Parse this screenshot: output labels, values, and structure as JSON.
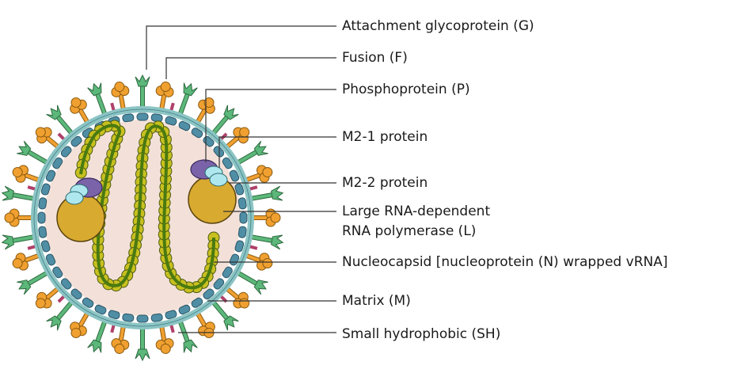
{
  "labels": {
    "g": "Attachment glycoprotein (G)",
    "f": "Fusion (F)",
    "p": "Phosphoprotein (P)",
    "m21": "M2-1 protein",
    "m22": "M2-2 protein",
    "l1": "Large RNA-dependent",
    "l2": "RNA polymerase (L)",
    "n": "Nucleocapsid [nucleoprotein (N) wrapped vRNA]",
    "m": "Matrix (M)",
    "sh": "Small hydrophobic (SH)"
  },
  "colors": {
    "interior": "#f3e1d9",
    "matrix": "#4f8ea5",
    "membrane": "#8cc4c4",
    "g_protein": "#5cb87a",
    "f_protein": "#f0a030",
    "sh_protein": "#b0406a",
    "polymerase": "#d9aa30",
    "phosphoprotein": "#7a63a8",
    "m2": "#aee8ee",
    "nucleocapsid_bead": "#c8c020",
    "nucleocapsid_core": "#4a7a10",
    "leader": "#333333"
  }
}
